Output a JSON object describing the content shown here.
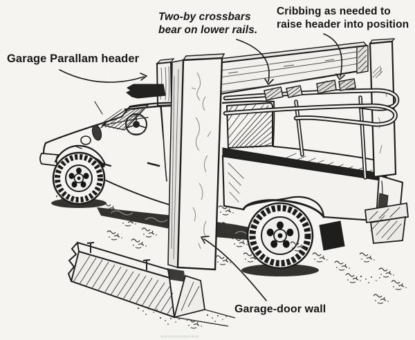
{
  "figure": {
    "description": "Hand-drawn ink illustration: a pickup truck with a ladder rack carries a large Parallam garage header; two-by crossbars rest on the rack's lower rails, cribbing blocks raise the header, and the truck is parked at the garage-door wall with its bottom plate and anchor bolts.",
    "labels": {
      "garage_parallam_header": "Garage Parallam header",
      "two_by_crossbars": {
        "line1": "Two-by crossbars",
        "line2": "bear on lower rails."
      },
      "cribbing": {
        "line1": "Cribbing as needed to",
        "line2": "raise header into position"
      },
      "garage_door_wall": "Garage-door wall"
    },
    "colors": {
      "paper": "#f5f4f1",
      "ink": "#1f1f1f",
      "label_text": "#161616",
      "pencil_shading": "#8f8c86"
    }
  }
}
